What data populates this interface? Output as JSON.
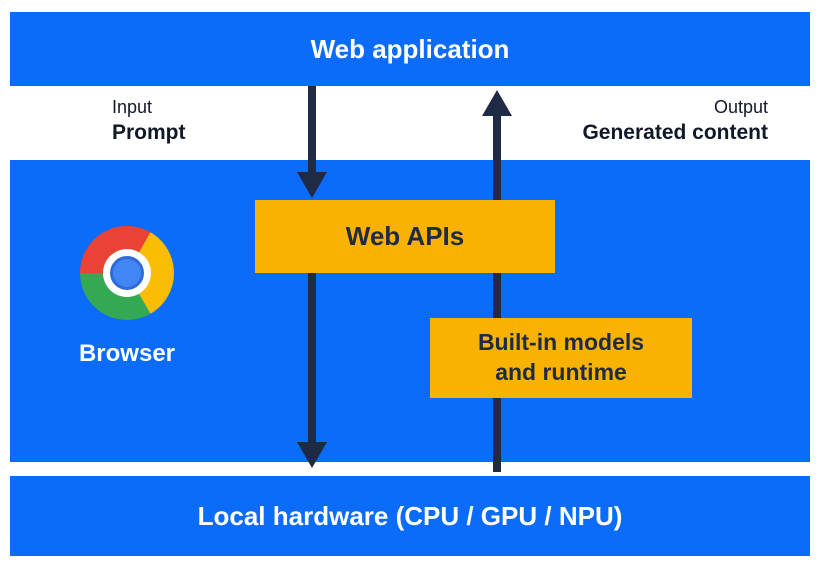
{
  "colors": {
    "blue": "#0b6cfa",
    "yellow": "#f9b200",
    "arrow": "#1f2a44",
    "text-dark": "#1f2a44",
    "text-light": "#ffffff",
    "chrome-red": "#ea4335",
    "chrome-yellow": "#fbbc04",
    "chrome-green": "#34a853",
    "chrome-blue": "#4285f4"
  },
  "top_bar": {
    "label": "Web application"
  },
  "flow": {
    "input_caption": "Input",
    "input_label": "Prompt",
    "output_caption": "Output",
    "output_label": "Generated content"
  },
  "browser_block": {
    "logo_icon": "chrome-logo",
    "label": "Browser",
    "web_apis_label": "Web APIs",
    "models_label_line1": "Built-in models",
    "models_label_line2": "and runtime"
  },
  "bottom_bar": {
    "label": "Local hardware (CPU / GPU / NPU)"
  }
}
